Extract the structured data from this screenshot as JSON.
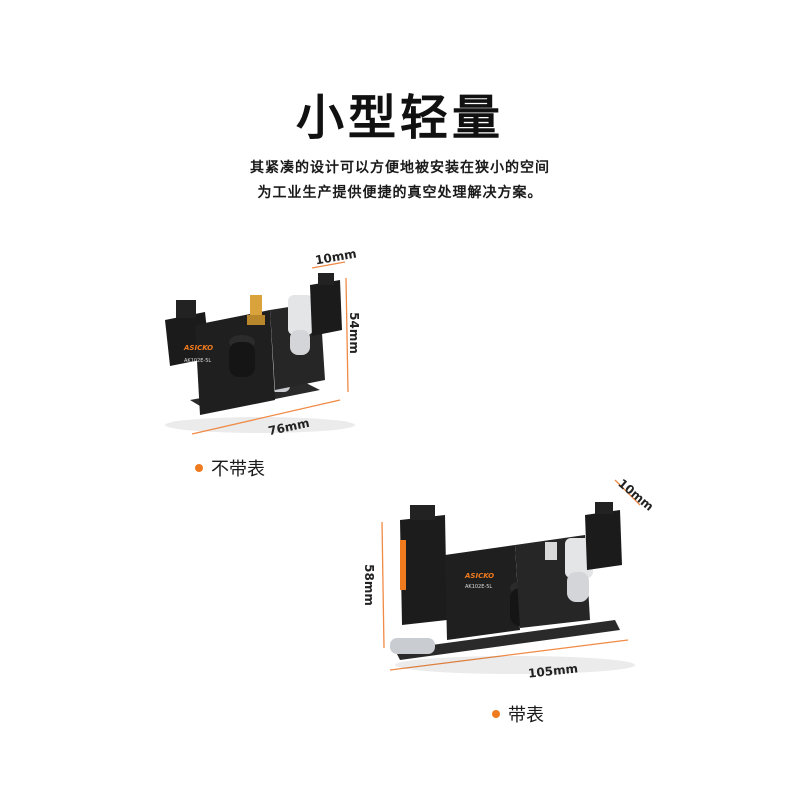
{
  "header": {
    "title": "小型轻量",
    "subtitle_line1": "其紧凑的设计可以方便地被安装在狭小的空间",
    "subtitle_line2": "为工业生产提供便捷的真空处理解决方案。"
  },
  "product_small": {
    "caption": "不带表",
    "dims": {
      "width": "76mm",
      "height": "54mm",
      "depth": "10mm"
    },
    "brand": "ASICKO",
    "model": "AK102E-5L"
  },
  "product_large": {
    "caption": "带表",
    "dims": {
      "width": "105mm",
      "height": "58mm",
      "depth": "10mm"
    },
    "brand": "ASICKO",
    "model": "AK102E-5L"
  },
  "colors": {
    "accent": "#f07a1e",
    "dimension_line": "#f08a45",
    "body_dark": "#1b1b1b",
    "metal": "#b9bcc0"
  }
}
